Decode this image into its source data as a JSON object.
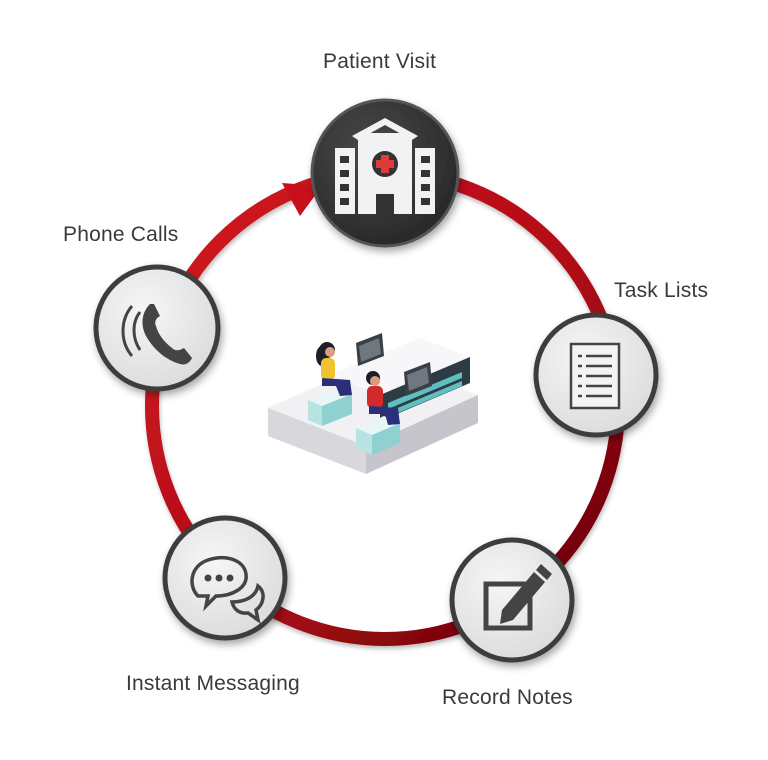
{
  "workflow": {
    "steps": [
      {
        "label": "Patient Visit",
        "icon": "hospital-icon"
      },
      {
        "label": "Task Lists",
        "icon": "checklist-icon"
      },
      {
        "label": "Record Notes",
        "icon": "edit-note-icon"
      },
      {
        "label": "Instant Messaging",
        "icon": "chat-bubbles-icon"
      },
      {
        "label": "Phone Calls",
        "icon": "phone-icon"
      }
    ],
    "center_illustration": "front-desk-staff-illustration",
    "colors": {
      "ring": "#c8101b",
      "ring_dark": "#6a0007",
      "node_fill": "#e8e8e8",
      "node_border": "#3d3d3d",
      "node_active": "#333333",
      "icon": "#444444",
      "text": "#3a3a3a"
    }
  }
}
